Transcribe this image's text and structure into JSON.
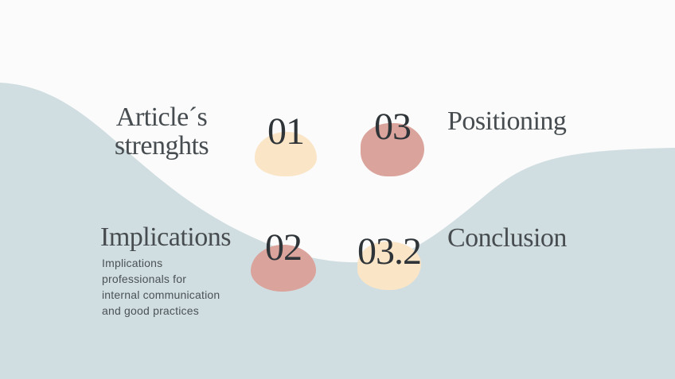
{
  "colors": {
    "background": "#FBFBFB",
    "wave": "#D1DEE1",
    "blob_peach": "#FBE5C7",
    "blob_rose": "#DAA39C",
    "heading_text": "#464C4F",
    "number_text": "#2E3437",
    "body_text": "#4A5256"
  },
  "sections": [
    {
      "number": "01",
      "label": "Article´s\nstrenghts",
      "blob_color_name": "peach"
    },
    {
      "number": "03",
      "label": "Positioning",
      "blob_color_name": "rose"
    },
    {
      "number": "02",
      "label": "Implications",
      "description": "Implications\nprofessionals for\ninternal communication\nand good practices",
      "blob_color_name": "rose"
    },
    {
      "number": "03.2",
      "label": "Conclusion",
      "blob_color_name": "peach"
    }
  ]
}
